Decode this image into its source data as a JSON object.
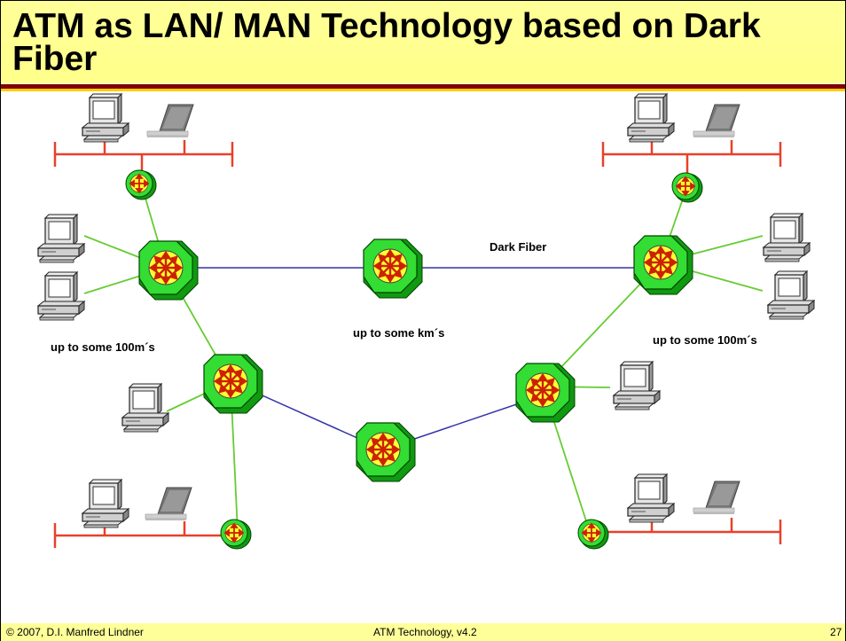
{
  "slide": {
    "title": "ATM as LAN/ MAN Technology based on Dark Fiber"
  },
  "labels": {
    "dark_fiber": "Dark Fiber",
    "range_left": "up to some 100m´s",
    "range_center": "up to some km´s",
    "range_right": "up to some 100m´s"
  },
  "footer": {
    "copyright": "© 2007, D.I. Manfred Lindner",
    "course": "ATM Technology, v4.2",
    "page": "27"
  },
  "colors": {
    "title_bg": "#ffff99",
    "title_rule": "#800000",
    "title_rule_accent": "#ffcc00",
    "ethernet_bus": "#e8402a",
    "access_link": "#66cc33",
    "trunk_link": "#3333aa",
    "switch_body": "#33cc33",
    "switch_face": "#ffff33",
    "switch_arrows": "#cc2200"
  }
}
